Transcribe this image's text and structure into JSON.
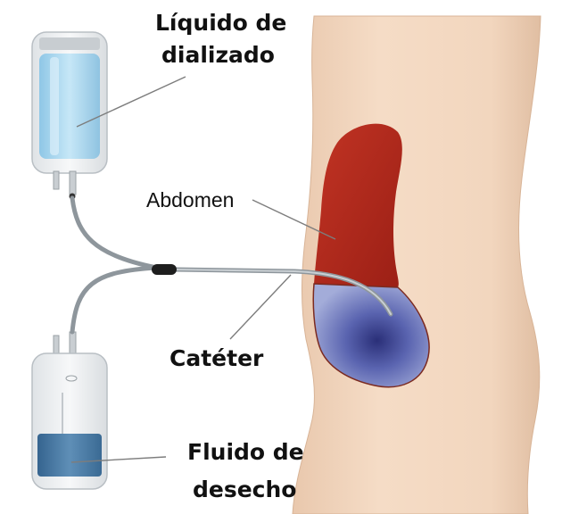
{
  "labels": {
    "liquid_line1": "Líquido de",
    "liquid_line2": "dializado",
    "abdomen": "Abdomen",
    "catheter": "Catéter",
    "waste_line1": "Fluido de",
    "waste_line2": "desecho"
  },
  "colors": {
    "skin": "#f1d5bd",
    "skin_shadow": "#d9b79c",
    "abdomen_red": "#b5281c",
    "fluid_blue": "#6f7fc6",
    "dialysate_blue": "#a9d7ee",
    "waste_blue": "#3f6f9a",
    "tube": "#8e969c",
    "leader_line": "#7d7d7d"
  },
  "icons": [
    "dialysate-bag",
    "waste-bag",
    "body-torso",
    "catheter-tube",
    "tube-connector"
  ]
}
